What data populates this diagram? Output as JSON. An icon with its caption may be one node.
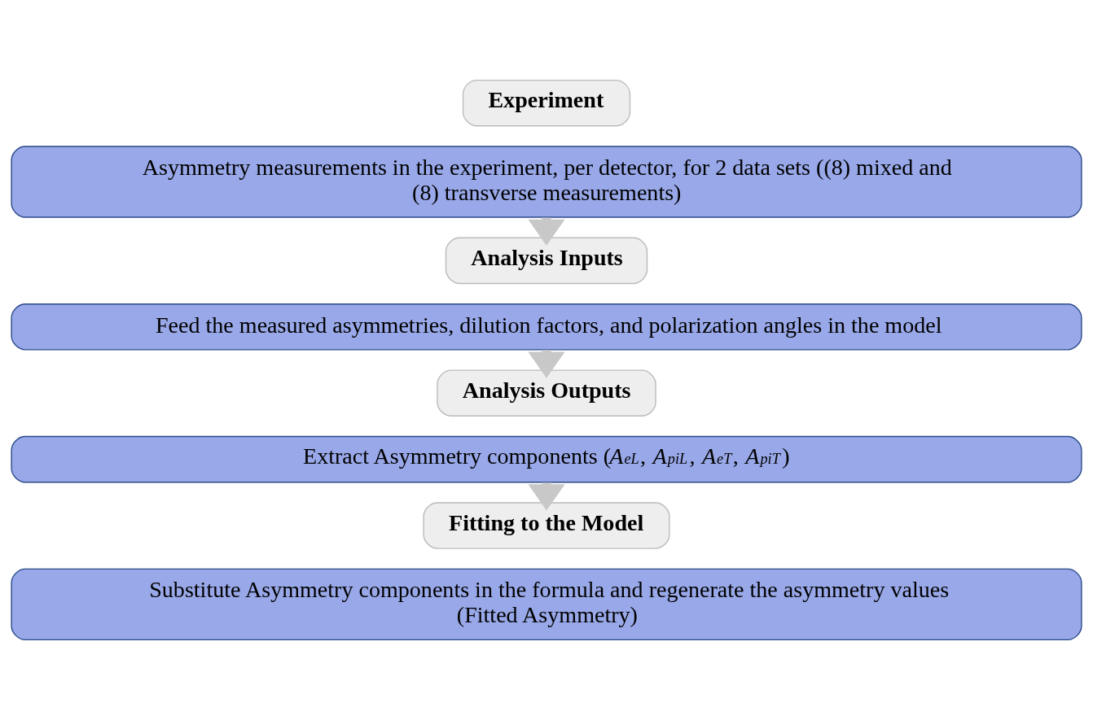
{
  "diagram": {
    "nodes": [
      {
        "text": [
          "Experiment"
        ]
      },
      {
        "text": [
          "Asymmetry measurements in the experiment, per detector, for 2 data sets ((8) mixed and (8) transverse measurements)"
        ]
      },
      {
        "text": [
          "Analysis Inputs"
        ]
      },
      {
        "text": [
          "Feed the measured asymmetries, dilution factors, and polarization angles in the model"
        ]
      },
      {
        "text": [
          "Analysis Outputs"
        ]
      },
      {
        "text": [
          "Extract Asymmetry components (*A*$_{eL}$, *A*$_{piL}$, *A*$_{eT}$, *A*$_{piT}$)"
        ]
      },
      {
        "text": [
          "Fitting to the Model"
        ]
      },
      {
        "text": [
          "Substitute Asymmetry components in the formula and regenerate the asymmetry values (Fitted Asymmetry)"
        ]
      }
    ],
    "edges": [
      {
        "from": 1,
        "to": 2,
        "arrow": "to"
      },
      {
        "from": 3,
        "to": 4,
        "arrow": "to"
      },
      {
        "from": 5,
        "to": 6,
        "arrow": "to"
      }
    ]
  }
}
